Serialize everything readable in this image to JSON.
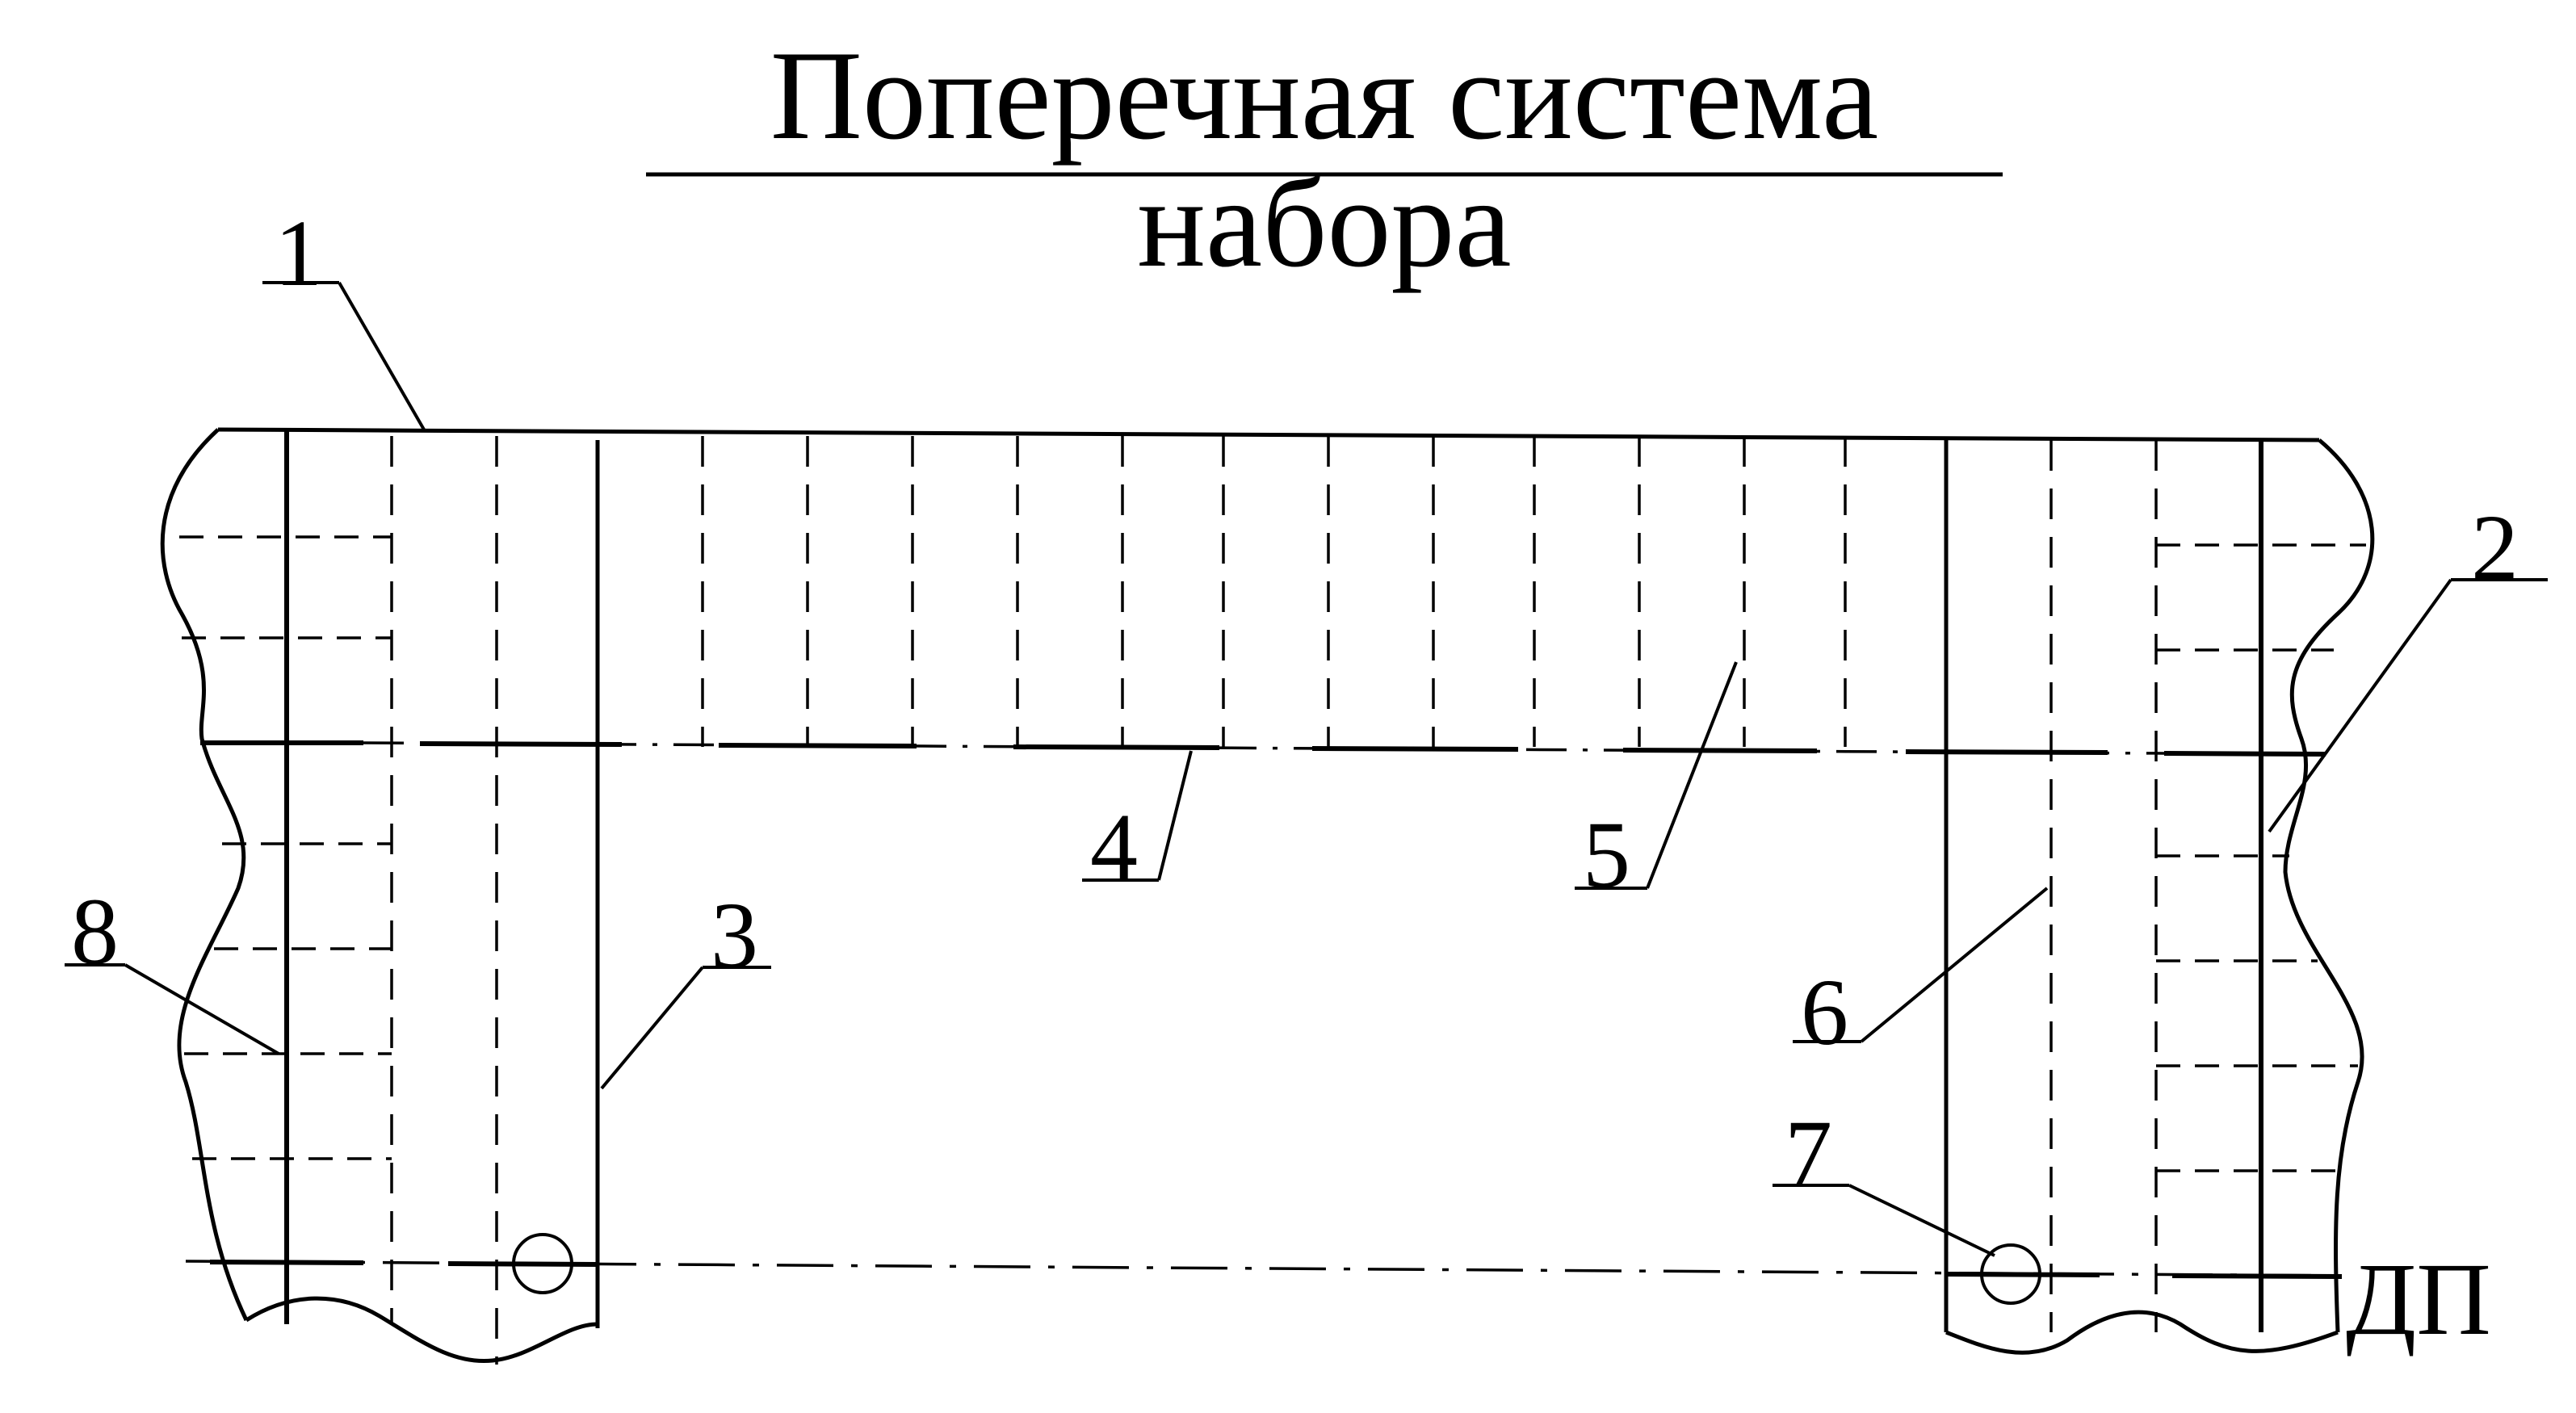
{
  "diagram": {
    "title": "Поперечная система набора",
    "labels": {
      "l1": "1",
      "l2": "2",
      "l3": "3",
      "l4": "4",
      "l5": "5",
      "l6": "6",
      "l7": "7",
      "l8": "8",
      "dp": "ДП"
    }
  }
}
